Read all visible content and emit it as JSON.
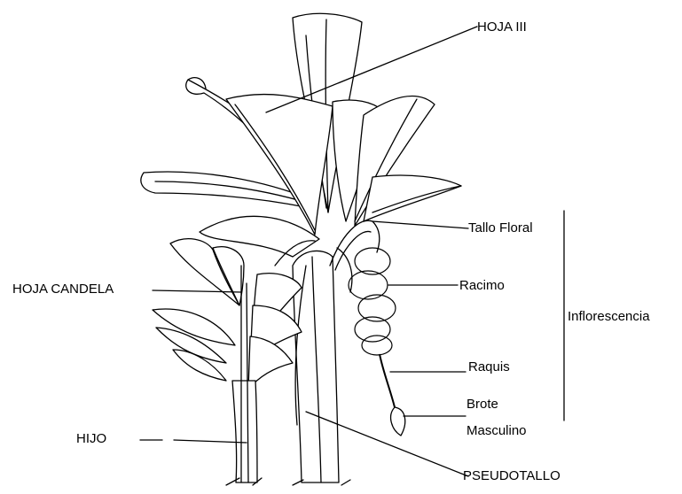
{
  "labels": {
    "hoja_iii": "HOJA III",
    "tallo_floral": "Tallo Floral",
    "hoja_candela": "HOJA CANDELA",
    "racimo": "Racimo",
    "inflorescencia": "Inflorescencia",
    "raquis": "Raquis",
    "brote": "Brote",
    "masculino": "Masculino",
    "hijo": "HIJO",
    "pseudotallo": "PSEUDOTALLO"
  }
}
